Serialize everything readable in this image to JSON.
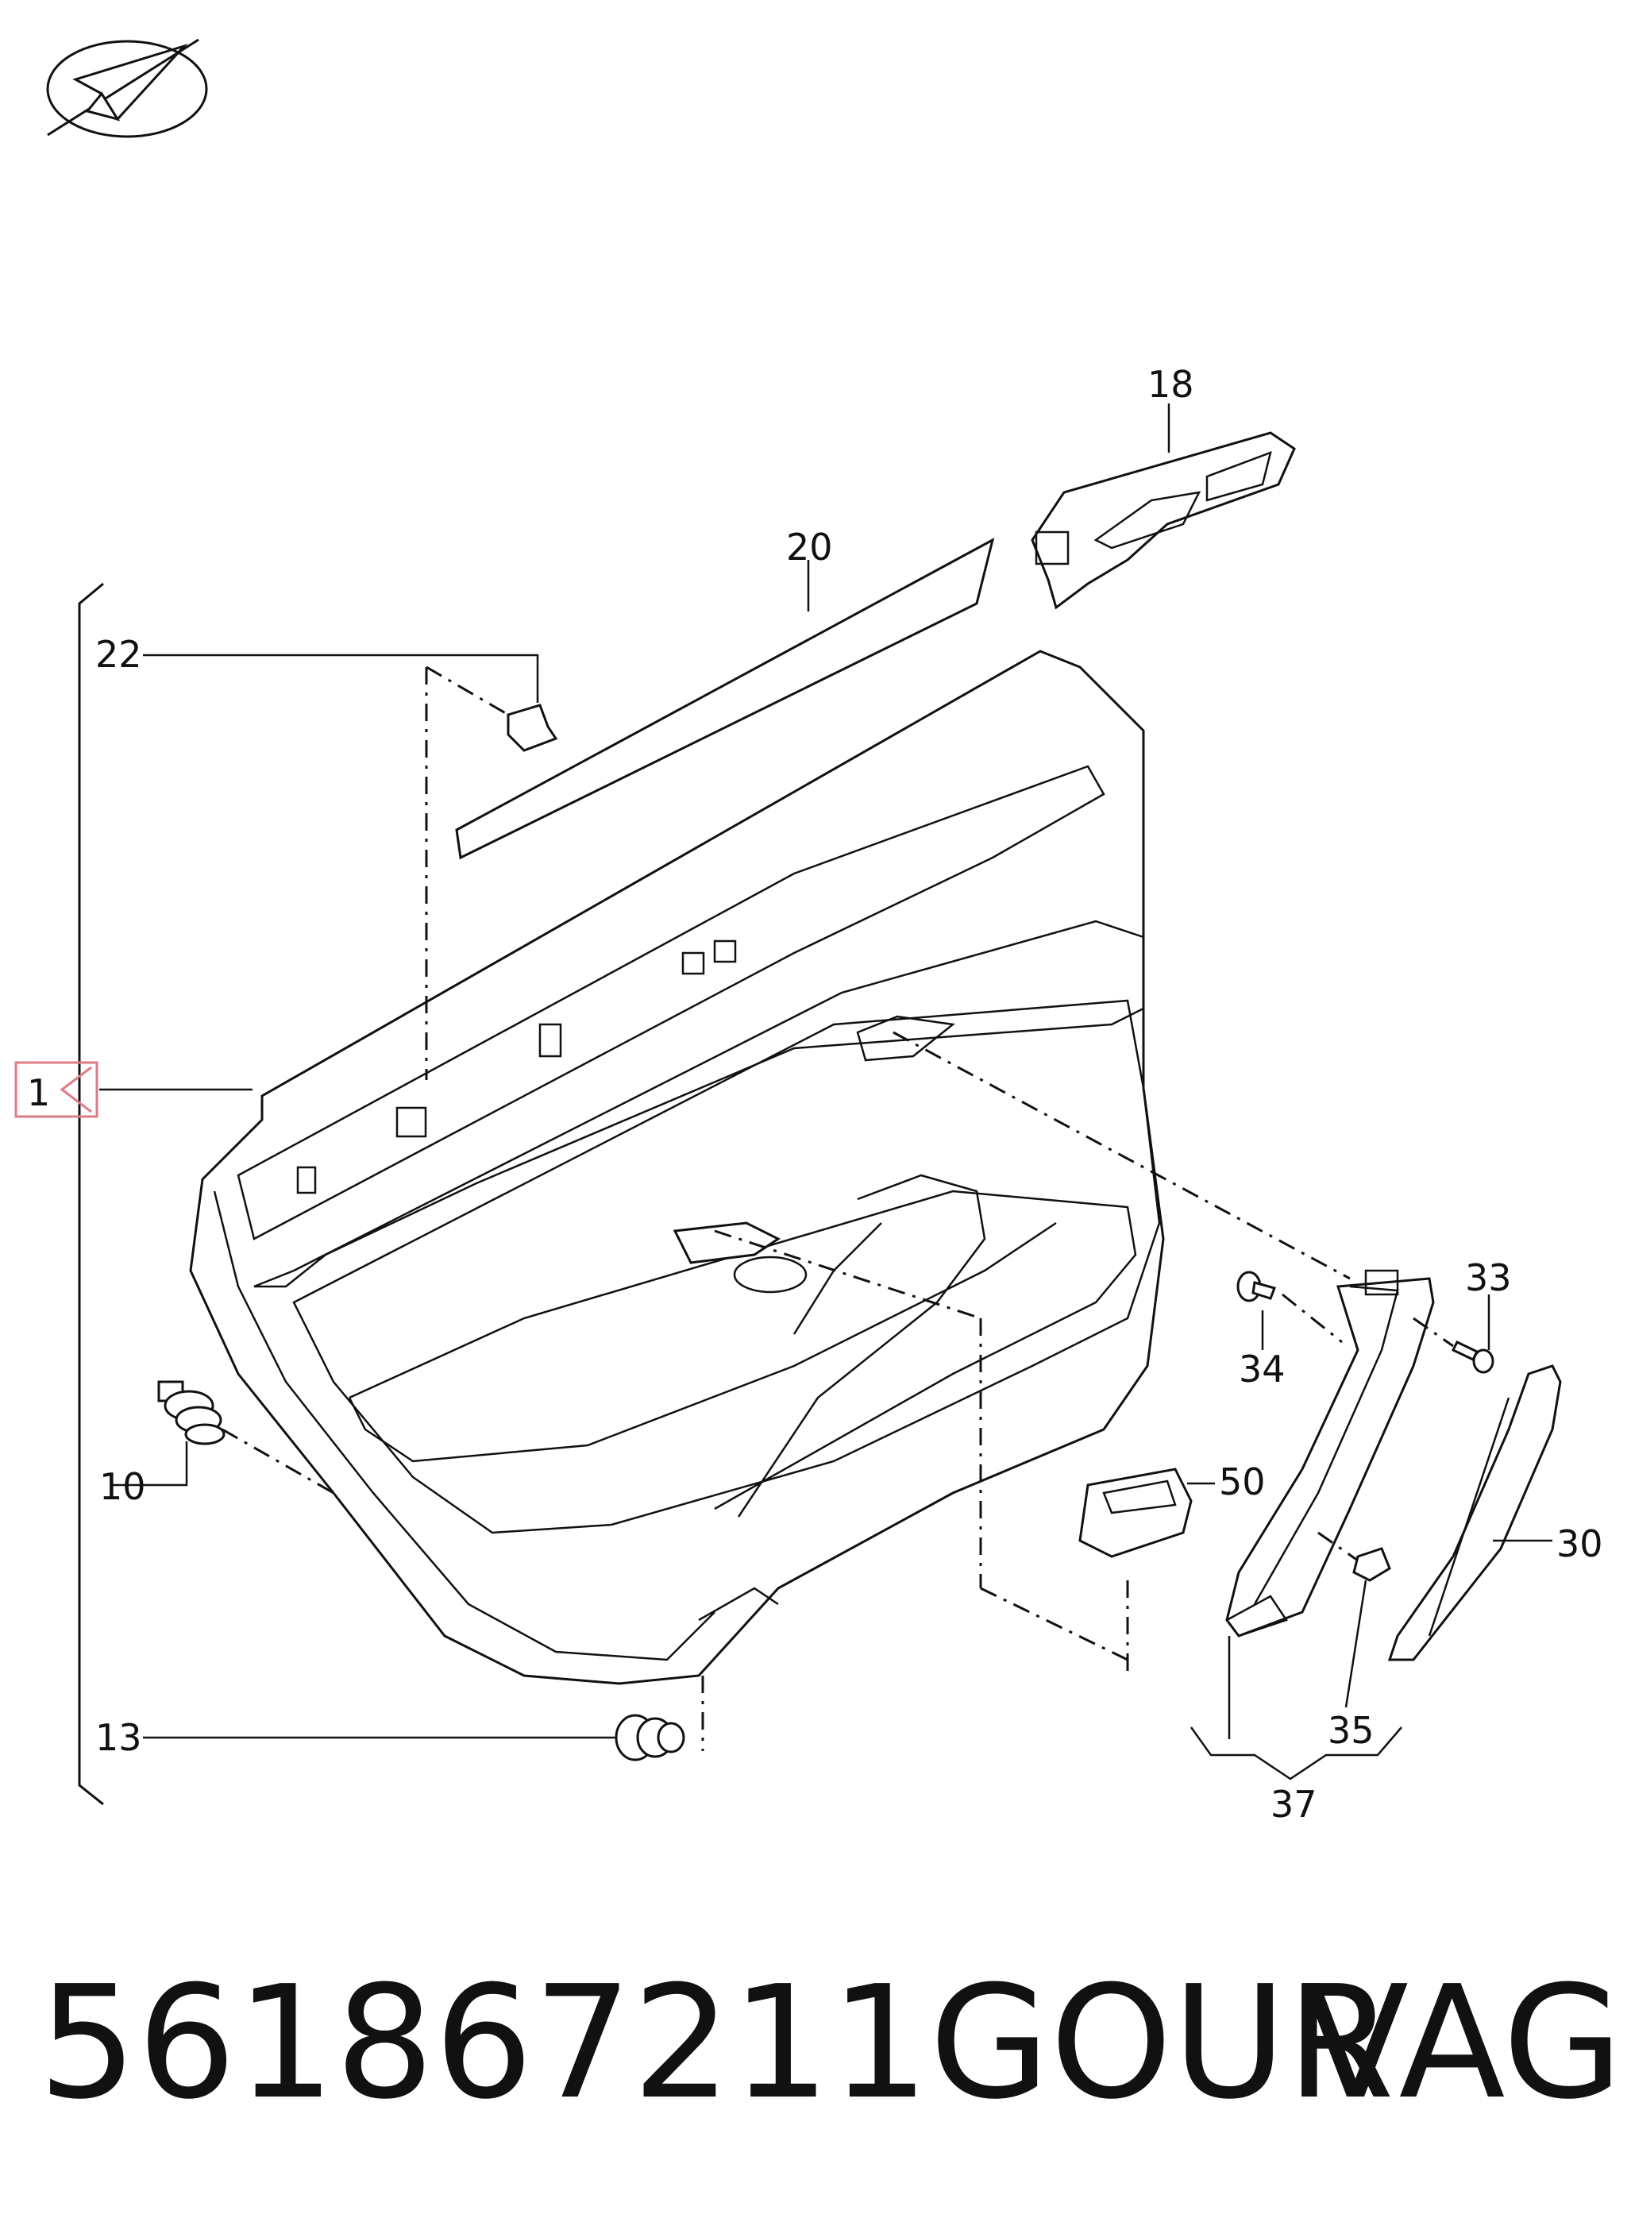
{
  "callouts": {
    "c1": "1",
    "c10": "10",
    "c13": "13",
    "c18": "18",
    "c20": "20",
    "c22": "22",
    "c30": "30",
    "c33": "33",
    "c34": "34",
    "c35": "35",
    "c37": "37",
    "c50": "50"
  },
  "footer": {
    "part_number": "561867211GOUR",
    "brand": "VAG"
  },
  "colors": {
    "line": "#111111",
    "highlight_box": "#e07a84",
    "background": "#ffffff"
  },
  "icons": {
    "logo": "paper-plane-logo-icon"
  }
}
